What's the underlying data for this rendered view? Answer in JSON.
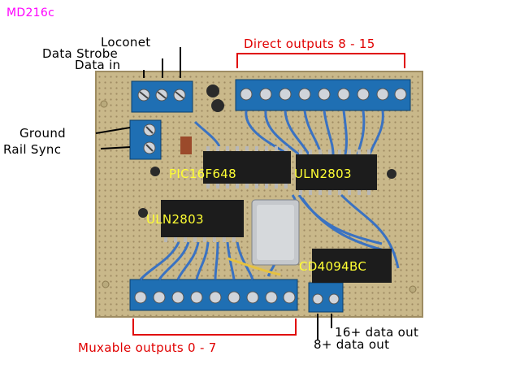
{
  "board_title": "MD216c",
  "left_labels": {
    "loconet": "Loconet",
    "data_strobe": "Data Strobe",
    "data_in": "Data in",
    "ground": "Ground",
    "rail_sync": "Rail Sync"
  },
  "direct_outputs_label": "Direct outputs 8 - 15",
  "muxable_outputs_label": "Muxable outputs 0 - 7",
  "data_out_16_label": "16+ data out",
  "data_out_8_label": "8+ data out",
  "chips": {
    "mcu": "PIC16F648",
    "driver_a": "ULN2803",
    "driver_b": "ULN2803",
    "shift_register": "CD4094BC"
  },
  "colors": {
    "board": "#c9b88a",
    "terminal_blocks": "#1f6fb3",
    "wires": "#3a72c2",
    "chip_body": "#1c1c1c",
    "label_black": "#000000",
    "label_red": "#e00000",
    "label_yellow": "#ffff33",
    "label_magenta": "#ff00ff"
  }
}
